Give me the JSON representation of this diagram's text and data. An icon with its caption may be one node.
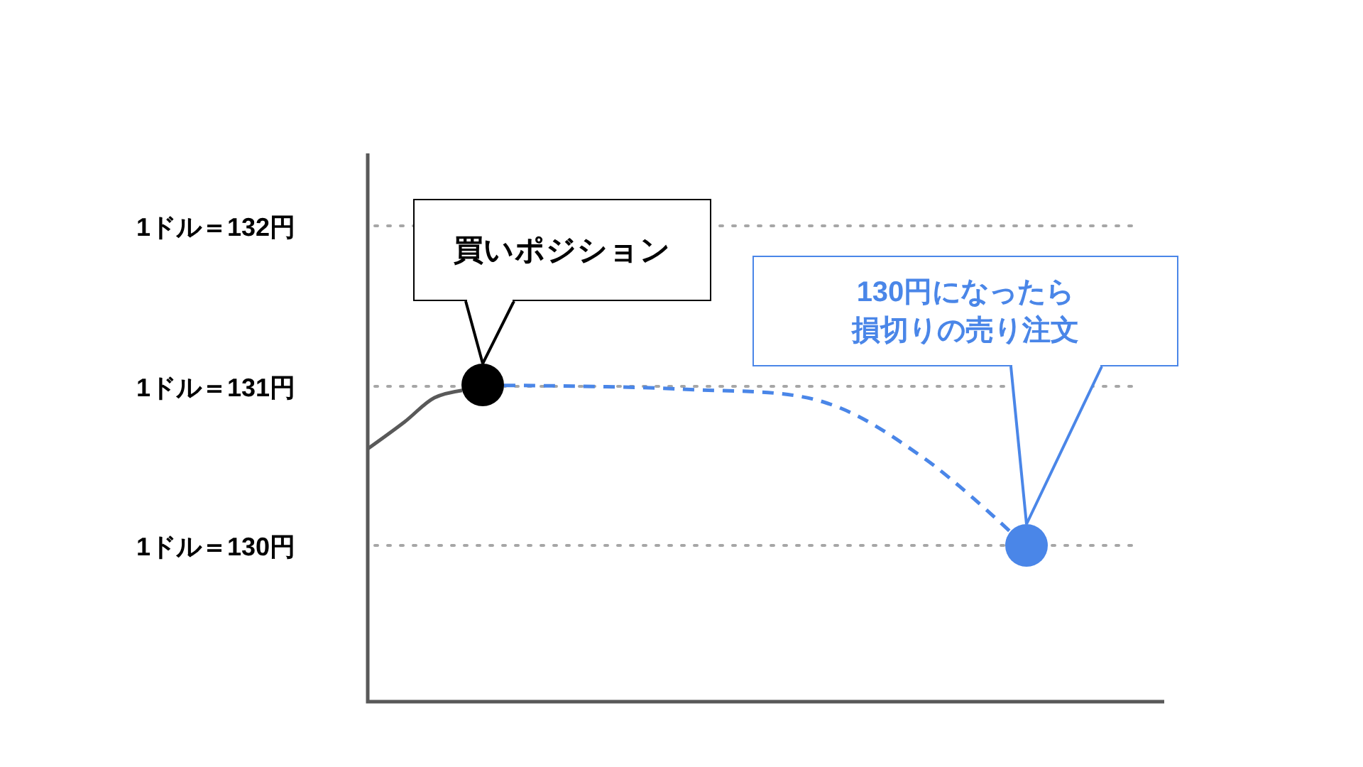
{
  "diagram": {
    "nodes": [
      {
        "text": [
          "買いポジション"
        ]
      },
      {
        "text": [],
        "shape": "circle"
      },
      {
        "text": [
          "130円になったら損切りの売り注文"
        ]
      },
      {
        "text": [],
        "shape": "circle"
      }
    ],
    "edges": [
      {
        "from": null,
        "to": 1,
        "arrow": "none",
        "color": "#595959"
      },
      {
        "from": 1,
        "to": 3,
        "arrow": "none",
        "style": "dashed",
        "color": "#4a86e8"
      },
      {
        "from": 0,
        "to": 1,
        "arrow": "none",
        "color": "#000000"
      },
      {
        "from": 2,
        "to": 3,
        "arrow": "none",
        "color": "#4a86e8"
      }
    ],
    "labels": [
      "1ドル＝132円",
      "1ドル＝131円",
      "1ドル＝130円"
    ]
  }
}
